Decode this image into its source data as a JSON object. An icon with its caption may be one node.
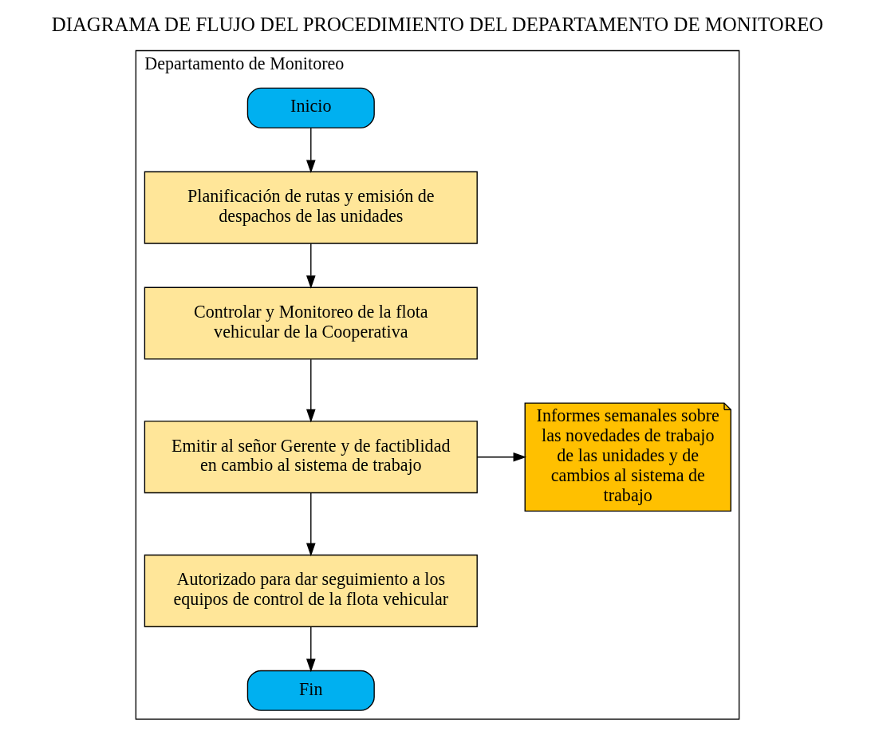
{
  "diagram": {
    "title": "DIAGRAMA DE FLUJO DEL PROCEDIMIENTO DEL DEPARTAMENTO DE MONITOREO",
    "nodes": [
      {
        "text": [
          "Departamento de Monitoreo"
        ]
      },
      {
        "text": [
          "Inicio"
        ],
        "in": 0
      },
      {
        "text": [
          "Planificación de rutas y emisión de despachos de las unidades"
        ],
        "in": 0
      },
      {
        "text": [
          "Controlar y Monitoreo de la flota vehicular de la Cooperativa"
        ],
        "in": 0
      },
      {
        "text": [
          "Emitir al señor Gerente y de factiblidad en cambio al sistema de trabajo"
        ],
        "in": 0
      },
      {
        "text": [
          "Autorizado para dar seguimiento a los equipos de control de la flota vehicular"
        ],
        "in": 0
      },
      {
        "text": [
          "Informes semanales sobre las novedades de trabajo de las unidades y de cambios al sistema de trabajo"
        ],
        "in": 0
      },
      {
        "text": [
          "Fin"
        ],
        "in": 0
      }
    ],
    "edges": [
      {
        "from": 1,
        "to": 2,
        "arrow": "to"
      },
      {
        "from": 2,
        "to": 3,
        "arrow": "to"
      },
      {
        "from": 3,
        "to": 4,
        "arrow": "to"
      },
      {
        "from": 4,
        "to": 6,
        "arrow": "to"
      },
      {
        "from": 4,
        "to": 5,
        "arrow": "to"
      },
      {
        "from": 5,
        "to": 7,
        "arrow": "to"
      }
    ]
  }
}
